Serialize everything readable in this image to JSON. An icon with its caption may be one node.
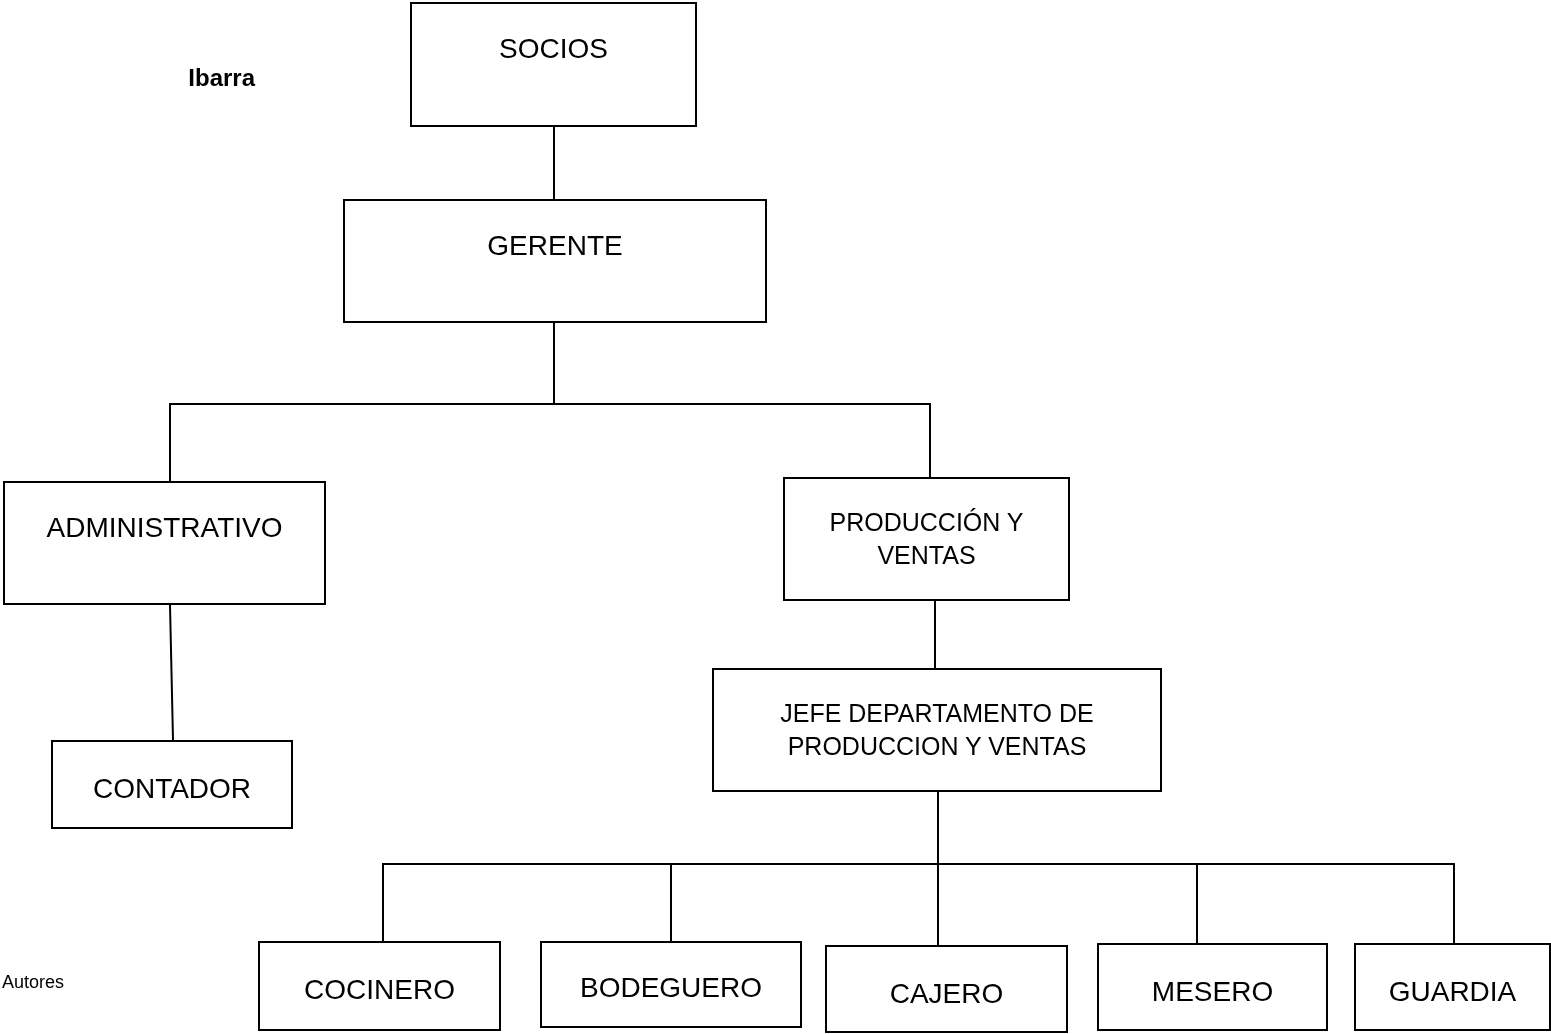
{
  "diagram": {
    "title": "Ibarra",
    "nodes": [
      {
        "text": [
          "SOCIOS"
        ]
      },
      {
        "text": [
          "GERENTE"
        ]
      },
      {
        "text": [
          "ADMINISTRATIVO"
        ]
      },
      {
        "text": [
          "PRODUCCIÓN Y VENTAS"
        ]
      },
      {
        "text": [
          "CONTADOR"
        ]
      },
      {
        "text": [
          "JEFE DEPARTAMENTO DE PRODUCCION Y VENTAS"
        ]
      },
      {
        "text": [
          "COCINERO"
        ]
      },
      {
        "text": [
          "BODEGUERO"
        ]
      },
      {
        "text": [
          "CAJERO"
        ]
      },
      {
        "text": [
          "MESERO"
        ]
      },
      {
        "text": [
          "GUARDIA"
        ]
      }
    ],
    "edges": [
      {
        "from": 0,
        "to": 1,
        "arrow": "none"
      },
      {
        "from": 1,
        "to": 2,
        "arrow": "none"
      },
      {
        "from": 1,
        "to": 3,
        "arrow": "none"
      },
      {
        "from": 2,
        "to": 4,
        "arrow": "none"
      },
      {
        "from": 3,
        "to": 5,
        "arrow": "none"
      },
      {
        "from": 5,
        "to": 6,
        "arrow": "none"
      },
      {
        "from": 5,
        "to": 7,
        "arrow": "none"
      },
      {
        "from": 5,
        "to": 8,
        "arrow": "none"
      },
      {
        "from": 5,
        "to": 9,
        "arrow": "none"
      },
      {
        "from": 5,
        "to": 10,
        "arrow": "none"
      }
    ],
    "labels": [
      "Autores"
    ]
  }
}
